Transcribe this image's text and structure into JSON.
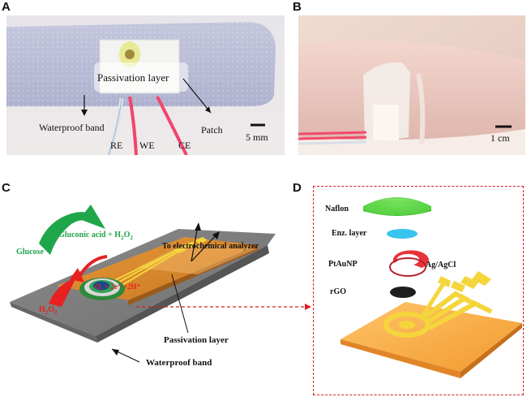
{
  "panels": {
    "a": {
      "letter": "A",
      "labels": {
        "passivation": "Passivation layer",
        "waterproof": "Waterproof band",
        "patch": "Patch",
        "re": "RE",
        "we": "WE",
        "ce": "CE",
        "scale": "5 mm"
      }
    },
    "b": {
      "letter": "B",
      "labels": {
        "scale": "1 cm"
      }
    },
    "c": {
      "letter": "C",
      "labels": {
        "gluconic": "Gluconic acid + H",
        "gluconic_sub": "2",
        "gluconic_tail": "O",
        "gluconic_sub2": "2",
        "glucose": "Glucose",
        "analyzer": "To electrochemical analyzer",
        "reaction": "O₂ + 2e⁻ +2H⁺",
        "h2o2": "H",
        "h2o2_sub": "2",
        "h2o2_tail": "O",
        "h2o2_sub2": "2",
        "passivation": "Passivation layer",
        "waterproof": "Waterproof band"
      }
    },
    "d": {
      "letter": "D",
      "labels": {
        "nafion": "Naflon",
        "enz": "Enz. layer",
        "ptau": "PtAuNP",
        "agcl": "Ag/AgCl",
        "rgo": "rGO"
      }
    }
  },
  "colors": {
    "band": "#b9bdd6",
    "skin": "#e8c9c3",
    "patch_orange": "#f2a43a",
    "gold": "#f5d53c",
    "nafion_green": "#4fd13a",
    "enz_blue": "#38c4ee",
    "ptau_red": "#e8323a",
    "rgo_black": "#1e1e1e",
    "arrow_green": "#1fa64a",
    "arrow_red": "#e82020",
    "dash_red": "#d62020"
  }
}
